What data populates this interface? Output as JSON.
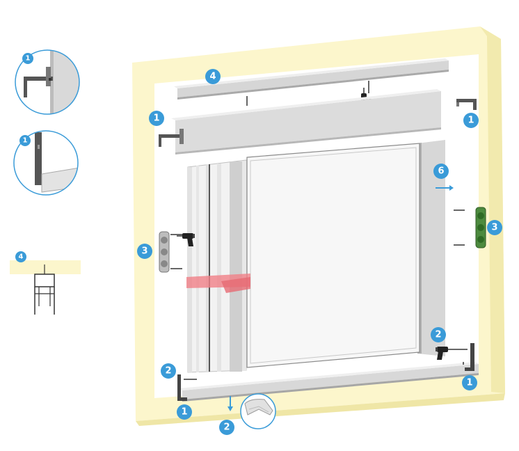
{
  "diagram": {
    "colors": {
      "wall": "#fcf6cc",
      "wall_edge": "#efe6a6",
      "badge": "#3a9bd8",
      "arrow": "#3a9bd8",
      "profile": "#d2d2d2",
      "panel": "#e9e9e9",
      "bracket": "#555555",
      "highlight": "#f07f87",
      "spring": "#4c8a3e"
    },
    "badges": {
      "inset_top_bracket": "1",
      "inset_bottom_bracket": "1",
      "inset_rail_section": "4",
      "top_rail": "4",
      "cassette_left_bracket": "1",
      "top_right_bracket": "1",
      "left_clips": "3",
      "right_clips": "3",
      "pull_direction": "6",
      "right_drill": "2",
      "bottom_left_bracket": "2",
      "bottom_left_corner": "1",
      "bottom_right_corner": "1",
      "bottom_arrow": "2"
    },
    "icons": [
      "drill-icon",
      "screw-icon",
      "bracket-icon",
      "clip-icon",
      "arrow-icon"
    ]
  }
}
